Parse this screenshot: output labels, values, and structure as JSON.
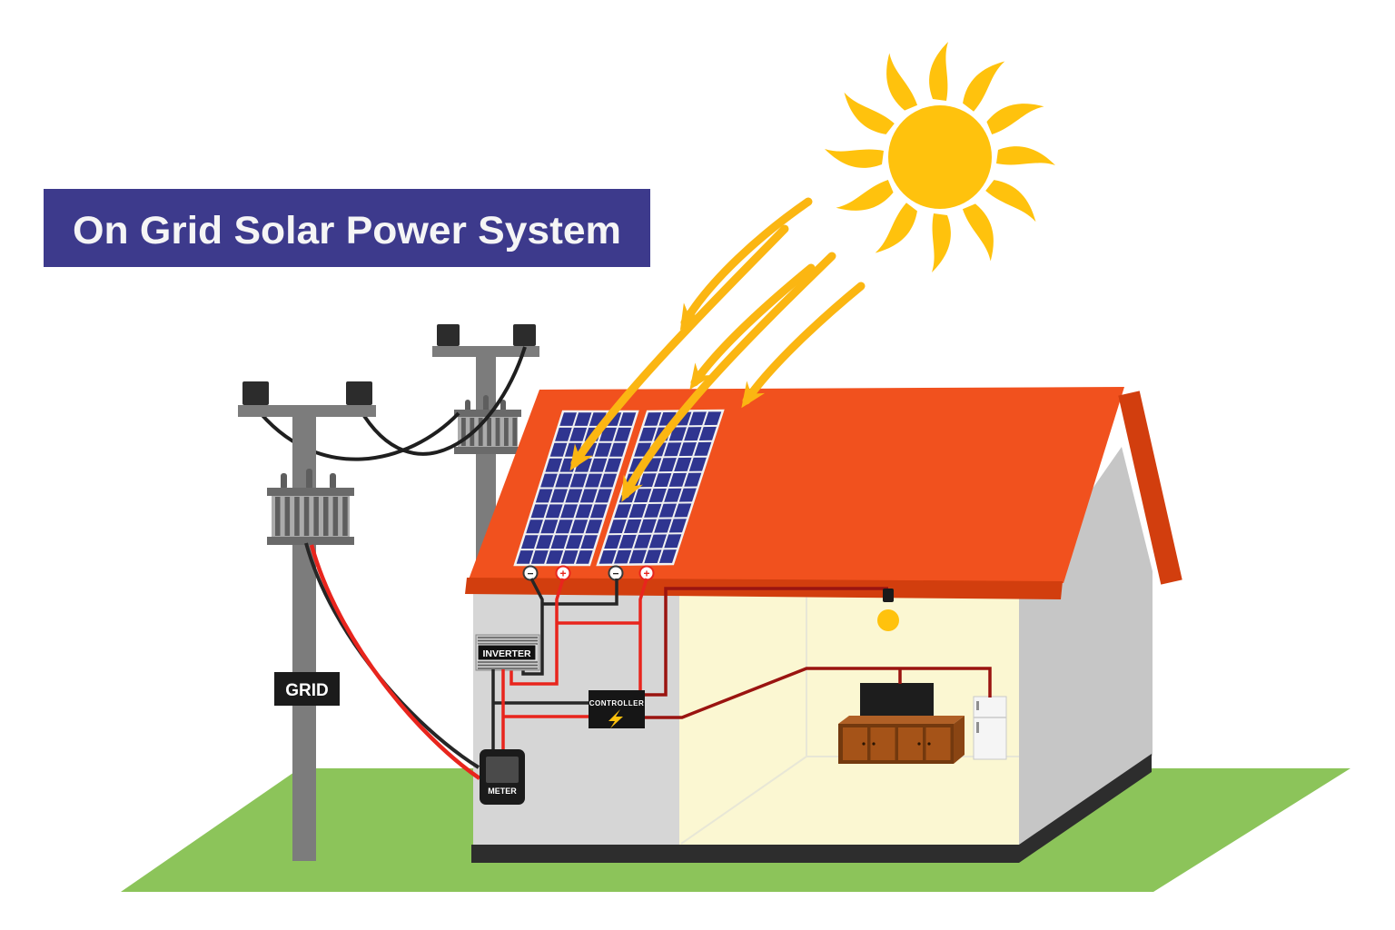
{
  "title": {
    "text": "On Grid Solar Power System"
  },
  "labels": {
    "grid": "GRID",
    "inverter": "INVERTER",
    "controller": "CONTROLLER",
    "meter": "METER"
  },
  "solar": {
    "panel_count": 2,
    "columns": 5,
    "rows": 10,
    "terminals": [
      "−",
      "+",
      "−",
      "+"
    ]
  },
  "palette": {
    "banner": "#3D3A8C",
    "banner_text": "#F5F5F5",
    "sun": "#FFC20D",
    "ray_arrow": "#FBB612",
    "roof": "#F1511E",
    "roof_trim": "#D23E0E",
    "wall": "#D6D6D6",
    "gable": "#C6C6C6",
    "interior": "#FBF7D2",
    "base": "#2D2D2D",
    "lawn": "#8CC45A",
    "panel_blue": "#2F3590",
    "panel_grid": "#F2F2F2",
    "wire_black": "#262626",
    "wire_red": "#E8251D",
    "wire_maroon": "#9A1410",
    "pole_gray": "#7C7C7C",
    "device_black": "#161616"
  }
}
